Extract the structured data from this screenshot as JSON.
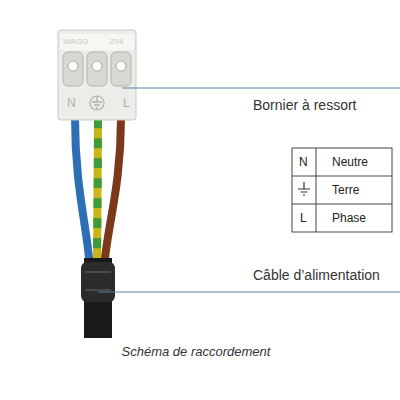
{
  "diagram": {
    "caption": "Schéma de raccordement",
    "labels": [
      "WAGO",
      "294",
      "N",
      "L",
      "Bornier à ressort",
      "N",
      "Neutre",
      "Terre",
      "L",
      "Phase",
      "Câble d’alimentation"
    ]
  }
}
